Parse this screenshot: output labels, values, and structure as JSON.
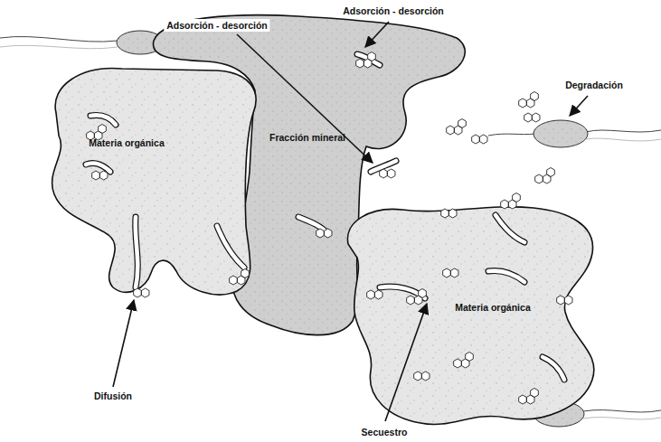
{
  "diagram": {
    "nodes": [
      {
        "text": [
          "Materia orgánica"
        ]
      },
      {
        "text": [
          "Fracción mineral"
        ]
      },
      {
        "text": [
          "Materia orgánica"
        ]
      }
    ],
    "labels": [
      "Adsorción - desorción",
      "Adsorción - desorción",
      "Degradación",
      "Difusión",
      "Secuestro"
    ]
  }
}
